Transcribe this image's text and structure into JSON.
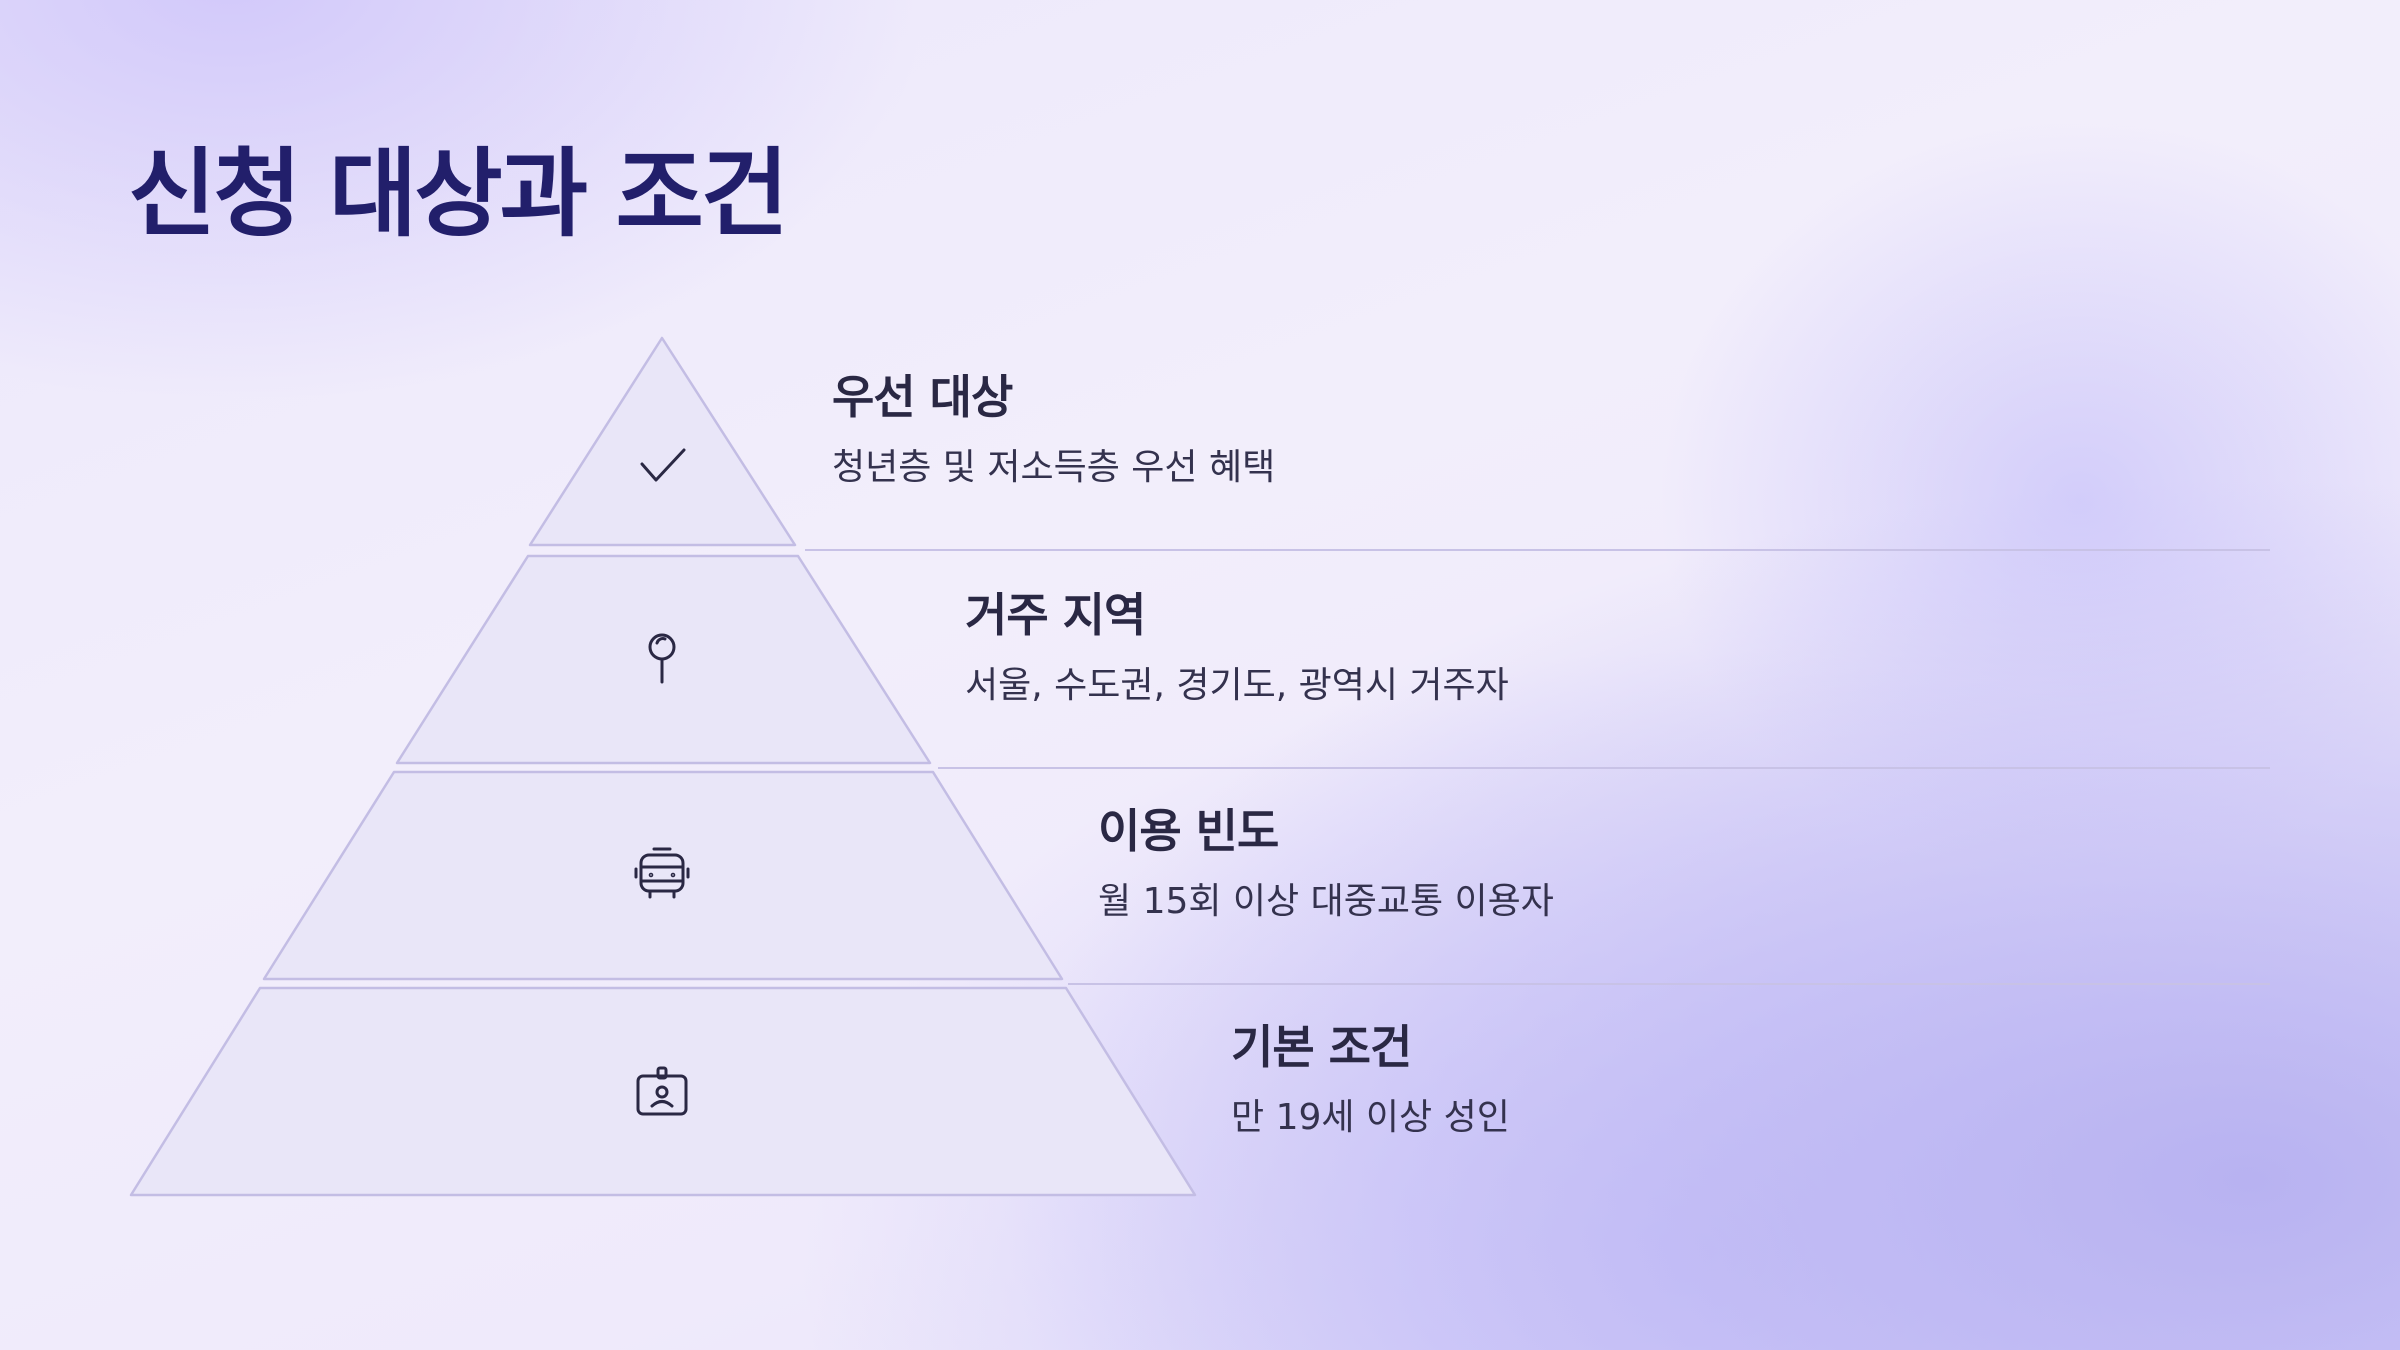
{
  "slide": {
    "title": "신청 대상과 조건"
  },
  "pyramid": {
    "tiers": [
      {
        "title": "우선 대상",
        "description": "청년층 및 저소득층 우선 혜택",
        "icon": "check-icon"
      },
      {
        "title": "거주 지역",
        "description": "서울, 수도권, 경기도, 광역시 거주자",
        "icon": "map-pin-icon"
      },
      {
        "title": "이용 빈도",
        "description": "월 15회 이상 대중교통 이용자",
        "icon": "bus-icon"
      },
      {
        "title": "기본 조건",
        "description": "만 19세 이상 성인",
        "icon": "id-badge-icon"
      }
    ]
  }
}
